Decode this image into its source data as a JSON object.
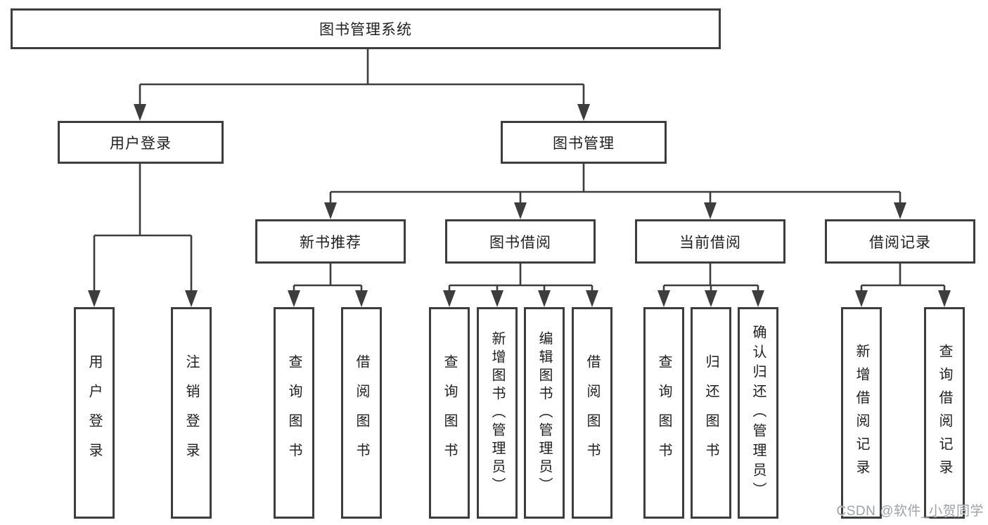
{
  "colors": {
    "line": "#3d3d3d",
    "text": "#1f1f1f",
    "background": "#ffffff",
    "watermark": "#9da1a6"
  },
  "diagram": {
    "root": {
      "label": "图书管理系统"
    },
    "branches": [
      {
        "label": "用户登录",
        "children": [
          {
            "label": "用户登录"
          },
          {
            "label": "注销登录"
          }
        ]
      },
      {
        "label": "图书管理",
        "children": [
          {
            "label": "新书推荐",
            "children": [
              {
                "label": "查询图书"
              },
              {
                "label": "借阅图书"
              }
            ]
          },
          {
            "label": "图书借阅",
            "children": [
              {
                "label": "查询图书"
              },
              {
                "label": "新增图书（管理员）"
              },
              {
                "label": "编辑图书（管理员）"
              },
              {
                "label": "借阅图书"
              }
            ]
          },
          {
            "label": "当前借阅",
            "children": [
              {
                "label": "查询图书"
              },
              {
                "label": "归还图书"
              },
              {
                "label": "确认归还（管理员）"
              }
            ]
          },
          {
            "label": "借阅记录",
            "children": [
              {
                "label": "新增借阅记录"
              },
              {
                "label": "查询借阅记录"
              }
            ]
          }
        ]
      }
    ]
  },
  "watermark": {
    "text": "CSDN @软件_小贺同学"
  }
}
